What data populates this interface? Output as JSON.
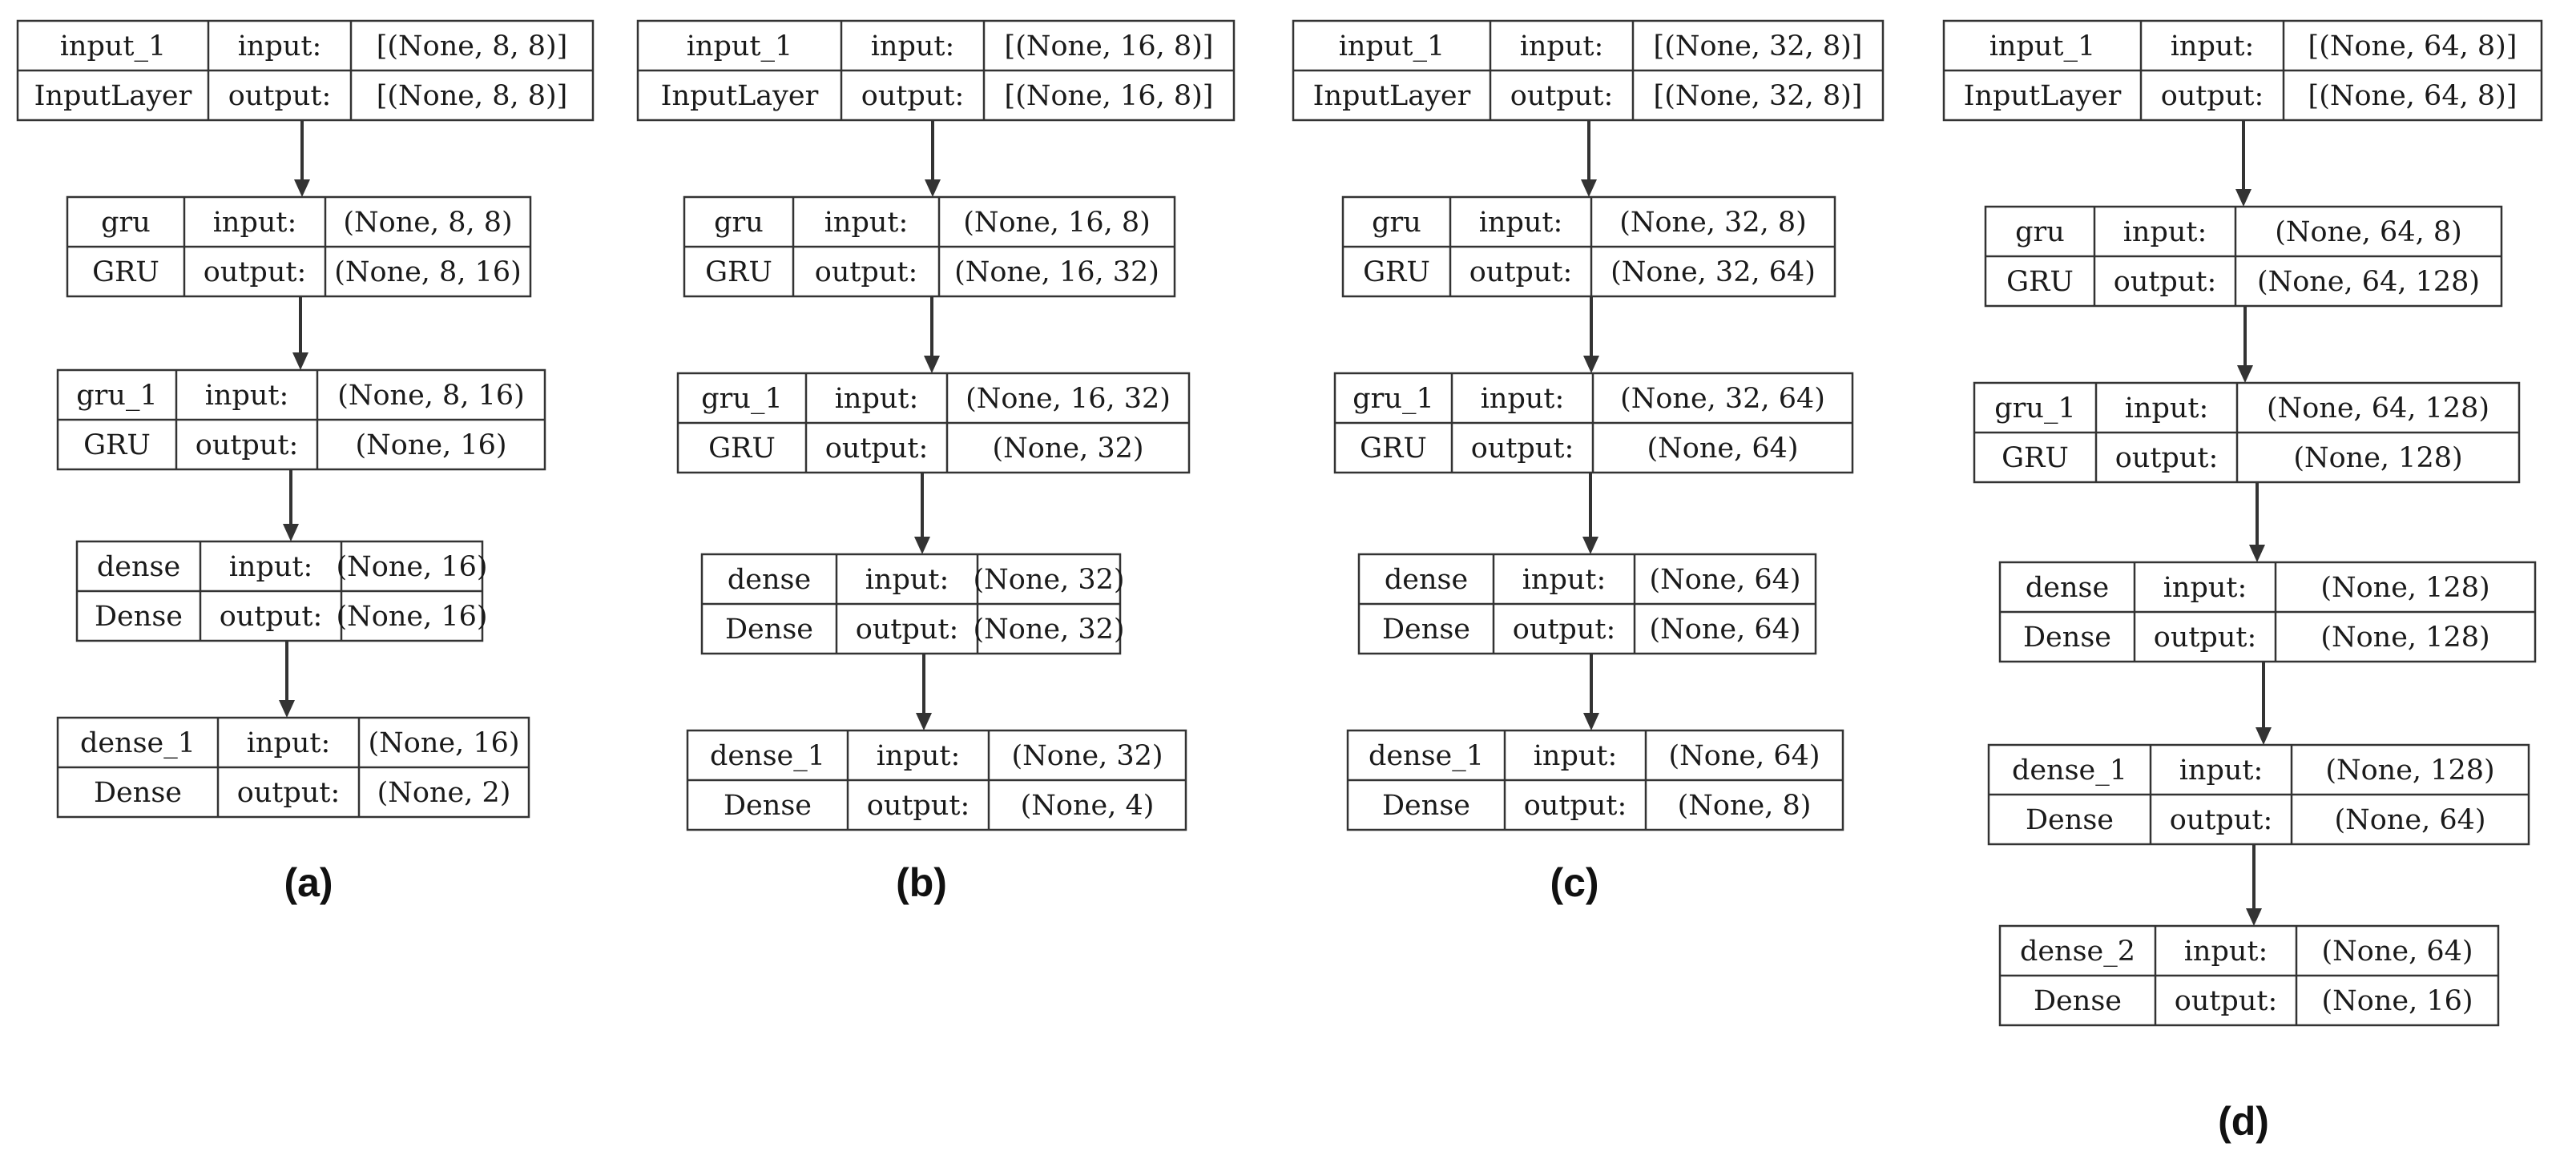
{
  "panels": [
    {
      "caption": "(a)",
      "layers": [
        {
          "name": "input_1",
          "type": "InputLayer",
          "in_label": "input:",
          "out_label": "output:",
          "input": "[(None, 8, 8)]",
          "output": "[(None, 8, 8)]"
        },
        {
          "name": "gru",
          "type": "GRU",
          "in_label": "input:",
          "out_label": "output:",
          "input": "(None, 8, 8)",
          "output": "(None, 8, 16)"
        },
        {
          "name": "gru_1",
          "type": "GRU",
          "in_label": "input:",
          "out_label": "output:",
          "input": "(None, 8, 16)",
          "output": "(None, 16)"
        },
        {
          "name": "dense",
          "type": "Dense",
          "in_label": "input:",
          "out_label": "output:",
          "input": "(None, 16)",
          "output": "(None, 16)"
        },
        {
          "name": "dense_1",
          "type": "Dense",
          "in_label": "input:",
          "out_label": "output:",
          "input": "(None, 16)",
          "output": "(None, 2)"
        }
      ]
    },
    {
      "caption": "(b)",
      "layers": [
        {
          "name": "input_1",
          "type": "InputLayer",
          "in_label": "input:",
          "out_label": "output:",
          "input": "[(None, 16, 8)]",
          "output": "[(None, 16, 8)]"
        },
        {
          "name": "gru",
          "type": "GRU",
          "in_label": "input:",
          "out_label": "output:",
          "input": "(None, 16, 8)",
          "output": "(None, 16, 32)"
        },
        {
          "name": "gru_1",
          "type": "GRU",
          "in_label": "input:",
          "out_label": "output:",
          "input": "(None, 16, 32)",
          "output": "(None, 32)"
        },
        {
          "name": "dense",
          "type": "Dense",
          "in_label": "input:",
          "out_label": "output:",
          "input": "(None, 32)",
          "output": "(None, 32)"
        },
        {
          "name": "dense_1",
          "type": "Dense",
          "in_label": "input:",
          "out_label": "output:",
          "input": "(None, 32)",
          "output": "(None, 4)"
        }
      ]
    },
    {
      "caption": "(c)",
      "layers": [
        {
          "name": "input_1",
          "type": "InputLayer",
          "in_label": "input:",
          "out_label": "output:",
          "input": "[(None, 32, 8)]",
          "output": "[(None, 32, 8)]"
        },
        {
          "name": "gru",
          "type": "GRU",
          "in_label": "input:",
          "out_label": "output:",
          "input": "(None, 32, 8)",
          "output": "(None, 32, 64)"
        },
        {
          "name": "gru_1",
          "type": "GRU",
          "in_label": "input:",
          "out_label": "output:",
          "input": "(None, 32, 64)",
          "output": "(None, 64)"
        },
        {
          "name": "dense",
          "type": "Dense",
          "in_label": "input:",
          "out_label": "output:",
          "input": "(None, 64)",
          "output": "(None, 64)"
        },
        {
          "name": "dense_1",
          "type": "Dense",
          "in_label": "input:",
          "out_label": "output:",
          "input": "(None, 64)",
          "output": "(None, 8)"
        }
      ]
    },
    {
      "caption": "(d)",
      "layers": [
        {
          "name": "input_1",
          "type": "InputLayer",
          "in_label": "input:",
          "out_label": "output:",
          "input": "[(None, 64, 8)]",
          "output": "[(None, 64, 8)]"
        },
        {
          "name": "gru",
          "type": "GRU",
          "in_label": "input:",
          "out_label": "output:",
          "input": "(None, 64, 8)",
          "output": "(None, 64, 128)"
        },
        {
          "name": "gru_1",
          "type": "GRU",
          "in_label": "input:",
          "out_label": "output:",
          "input": "(None, 64, 128)",
          "output": "(None, 128)"
        },
        {
          "name": "dense",
          "type": "Dense",
          "in_label": "input:",
          "out_label": "output:",
          "input": "(None, 128)",
          "output": "(None, 128)"
        },
        {
          "name": "dense_1",
          "type": "Dense",
          "in_label": "input:",
          "out_label": "output:",
          "input": "(None, 128)",
          "output": "(None, 64)"
        },
        {
          "name": "dense_2",
          "type": "Dense",
          "in_label": "input:",
          "out_label": "output:",
          "input": "(None, 64)",
          "output": "(None, 16)"
        }
      ]
    }
  ]
}
